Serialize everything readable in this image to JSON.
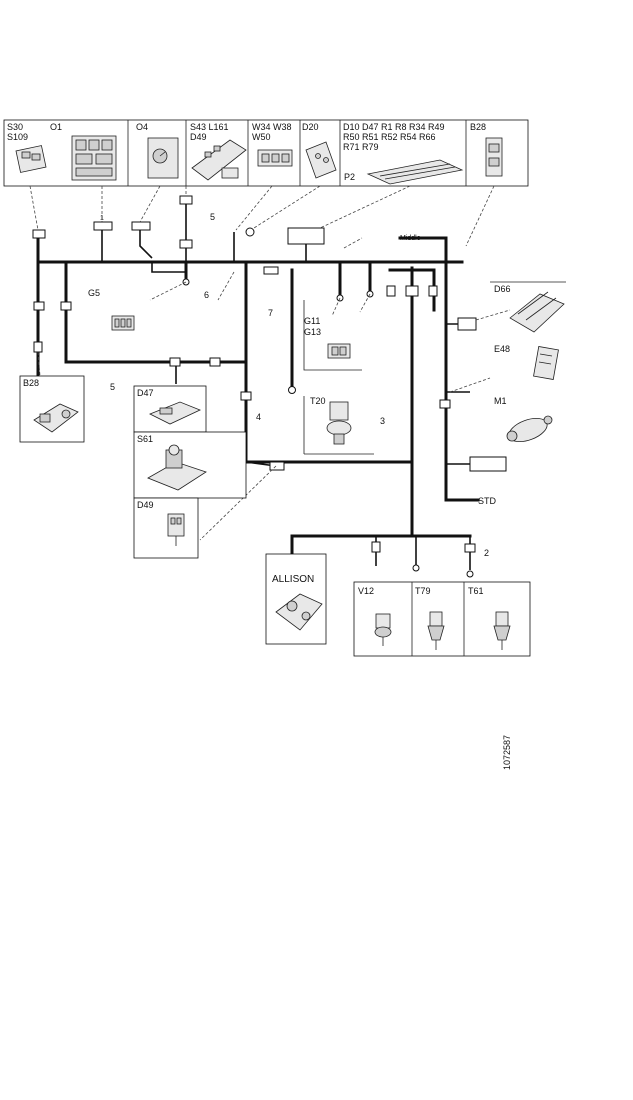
{
  "top_panel": {
    "cells": [
      {
        "id": "cell1",
        "labels": [
          "S30",
          "S109"
        ]
      },
      {
        "id": "cell2",
        "labels": [
          "O1"
        ]
      },
      {
        "id": "cell3",
        "labels": [
          "O4"
        ]
      },
      {
        "id": "cell4",
        "labels": [
          "S43 L161",
          "D49"
        ]
      },
      {
        "id": "cell5",
        "labels": [
          "W34 W38",
          "W50"
        ]
      },
      {
        "id": "cell6",
        "labels": [
          "D20",
          "P2"
        ]
      },
      {
        "id": "cell7",
        "labels": [
          "D10 D47 R1 R8 R34 R49",
          "R50 R51 R52 R54 R66",
          "R71 R79"
        ]
      },
      {
        "id": "cell8",
        "labels": [
          "B28"
        ]
      }
    ]
  },
  "left_components": {
    "b28_label": "B28",
    "d47_label": "D47",
    "s61_label": "S61",
    "d49_label": "D49",
    "g5_label": "G5"
  },
  "center_components": {
    "g11_label": "G11",
    "g13_label": "G13",
    "t20_label": "T20"
  },
  "right_components": {
    "d66_label": "D66",
    "e48_label": "E48",
    "m1_label": "M1",
    "std_label": "STD",
    "mid_label": "Middle"
  },
  "bottom_components": {
    "allison_label": "ALLISON",
    "v12_label": "V12",
    "t79_label": "T79",
    "t61_label": "T61"
  },
  "branch_numbers": {
    "n1": "1",
    "n2": "2",
    "n3": "3",
    "n4": "4",
    "n5a": "5",
    "n5b": "5",
    "n6": "6",
    "n7": "7"
  },
  "drawing_number": "1072587"
}
